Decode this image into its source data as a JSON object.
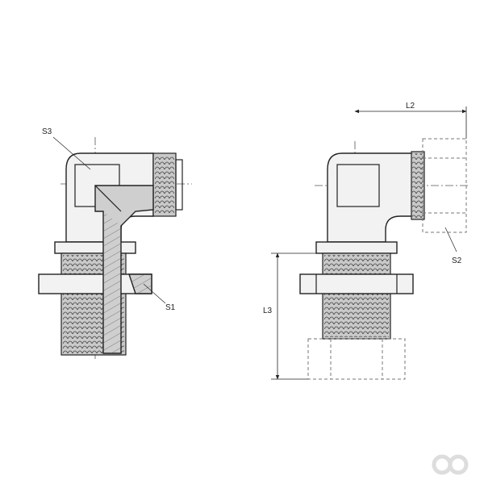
{
  "labels": {
    "s3": "S3",
    "s1": "S1",
    "l2": "L2",
    "s2": "S2",
    "l3": "L3"
  },
  "icons": {
    "watermark": "infinity-logo-icon"
  },
  "colors": {
    "line": "#222222",
    "fill": "#f2f2f2",
    "section": "#cfcfcf",
    "phantom": "#777777",
    "watermark": "#dddddd"
  }
}
